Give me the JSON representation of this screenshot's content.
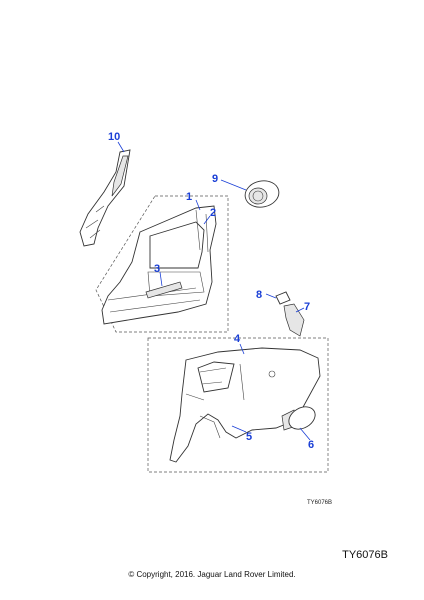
{
  "callouts": {
    "c1": "1",
    "c2": "2",
    "c3": "3",
    "c4": "4",
    "c5": "5",
    "c6": "6",
    "c7": "7",
    "c8": "8",
    "c9": "9",
    "c10": "10"
  },
  "illustration_code": "TY6076B",
  "diagram_ref": "TY6076B",
  "copyright": "© Copyright, 2016. Jaguar Land Rover Limited.",
  "colors": {
    "callout": "#1a3fd6",
    "line": "#333333"
  }
}
